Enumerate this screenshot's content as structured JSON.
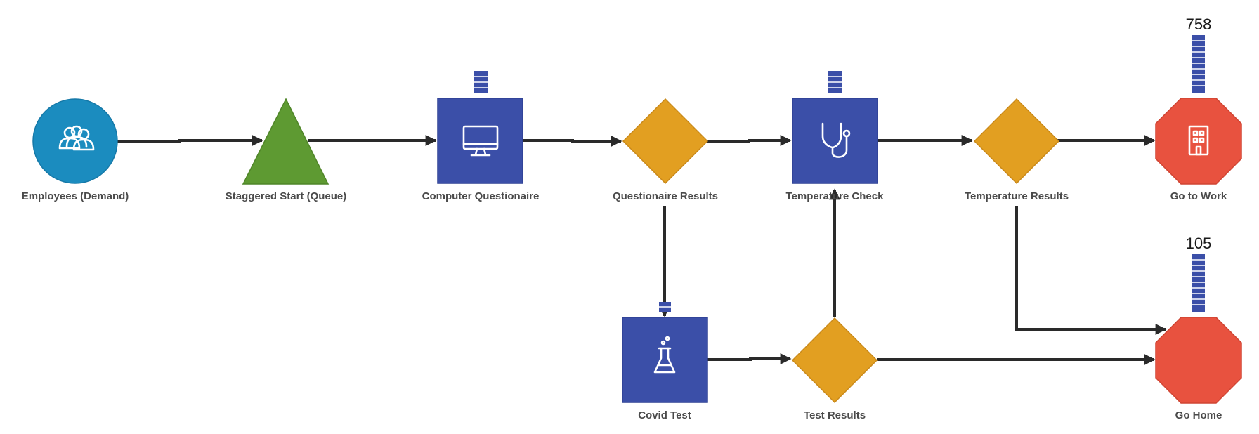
{
  "diagram": {
    "colors": {
      "demand_circle": "#1b8cbf",
      "queue_triangle": "#5e9a32",
      "activity_square": "#3b4fa8",
      "decision_diamond": "#e29f21",
      "exit_octagon": "#e8523f",
      "connector": "#2a2a2a",
      "label_text": "#4a4a4a"
    },
    "nodes": {
      "employees": {
        "label": "Employees (Demand)",
        "shape": "circle",
        "icon": "users-icon"
      },
      "staggered_start": {
        "label": "Staggered Start (Queue)",
        "shape": "triangle"
      },
      "computer_questionaire": {
        "label": "Computer Questionaire",
        "shape": "square",
        "icon": "monitor-icon"
      },
      "questionaire_results": {
        "label": "Questionaire Results",
        "shape": "diamond"
      },
      "temperature_check": {
        "label": "Temperature Check",
        "shape": "square",
        "icon": "stethoscope-icon"
      },
      "temperature_results": {
        "label": "Temperature Results",
        "shape": "diamond"
      },
      "go_to_work": {
        "label": "Go to Work",
        "shape": "octagon",
        "icon": "building-icon",
        "count": "758"
      },
      "covid_test": {
        "label": "Covid Test",
        "shape": "square",
        "icon": "flask-icon"
      },
      "test_results": {
        "label": "Test Results",
        "shape": "diamond"
      },
      "go_home": {
        "label": "Go Home",
        "shape": "octagon",
        "count": "105"
      }
    },
    "edges": [
      {
        "from": "employees",
        "to": "staggered_start"
      },
      {
        "from": "staggered_start",
        "to": "computer_questionaire"
      },
      {
        "from": "computer_questionaire",
        "to": "questionaire_results"
      },
      {
        "from": "questionaire_results",
        "to": "temperature_check"
      },
      {
        "from": "temperature_check",
        "to": "temperature_results"
      },
      {
        "from": "temperature_results",
        "to": "go_to_work"
      },
      {
        "from": "questionaire_results",
        "to": "covid_test"
      },
      {
        "from": "covid_test",
        "to": "test_results"
      },
      {
        "from": "test_results",
        "to": "temperature_check"
      },
      {
        "from": "test_results",
        "to": "go_home"
      },
      {
        "from": "temperature_results",
        "to": "go_home"
      }
    ]
  }
}
